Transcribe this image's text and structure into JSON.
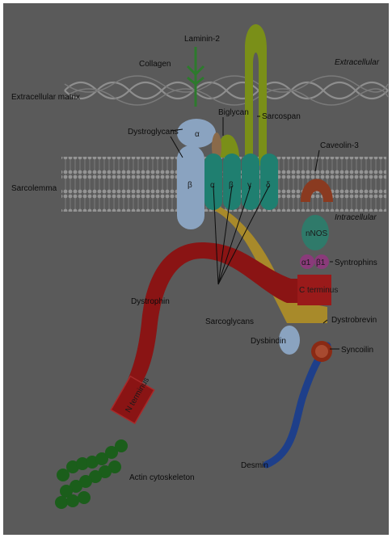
{
  "labels": {
    "laminin": "Laminin-2",
    "collagen": "Collagen",
    "extracellular": "Extracellular",
    "ecm": "Extracellular matrix",
    "biglycan": "Biglycan",
    "sarcospan": "Sarcospan",
    "dystroglycans": "Dystroglycans",
    "caveolin": "Caveolin-3",
    "sarcolemma": "Sarcolemma",
    "intracellular": "Intracellular",
    "nnos": "nNOS",
    "syntrophins": "Syntrophins",
    "cterminus": "C terminus",
    "dystrophin": "Dystrophin",
    "dystrobrevin": "Dystrobrevin",
    "sarcoglycans": "Sarcoglycans",
    "dysbindin": "Dysbindin",
    "syncoilin": "Syncoilin",
    "nterminus": "N terminus",
    "desmin": "Desmin",
    "actin": "Actin cytoskeleton"
  },
  "subunits": {
    "alpha_dg": "α",
    "beta_dg": "β",
    "sg_alpha": "α",
    "sg_beta": "β",
    "sg_gamma": "γ",
    "sg_delta": "δ",
    "syn_a1": "α1",
    "syn_b1": "β1"
  },
  "colors": {
    "background": "#5a5a5a",
    "membrane": "#8a8a8a",
    "dystroglycan": "#8aa3c0",
    "sarcoglycan": "#1f7f70",
    "sarcospan": "#7a8f18",
    "dystrophin": "#8a1414",
    "dystrobrevin": "#a88a2a",
    "caveolin": "#8a3a20",
    "nnos": "#2f7a6a",
    "syntrophin": "#8a3a7a",
    "desmin": "#1e3f8a",
    "actin": "#1b5e1b"
  }
}
